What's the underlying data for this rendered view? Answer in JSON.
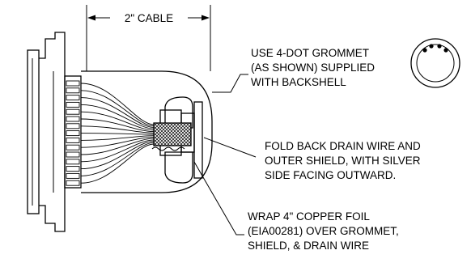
{
  "diagram": {
    "dimension_label": "2\" CABLE",
    "callout_grommet": [
      "USE 4-DOT GROMMET",
      "(AS SHOWN) SUPPLIED",
      "WITH BACKSHELL"
    ],
    "callout_fold": [
      "FOLD BACK DRAIN WIRE AND",
      "OUTER SHIELD, WITH SILVER",
      "SIDE FACING OUTWARD."
    ],
    "callout_wrap": [
      "WRAP 4\" COPPER FOIL",
      "(EIA00281) OVER GROMMET,",
      "SHIELD, & DRAIN WIRE"
    ]
  }
}
